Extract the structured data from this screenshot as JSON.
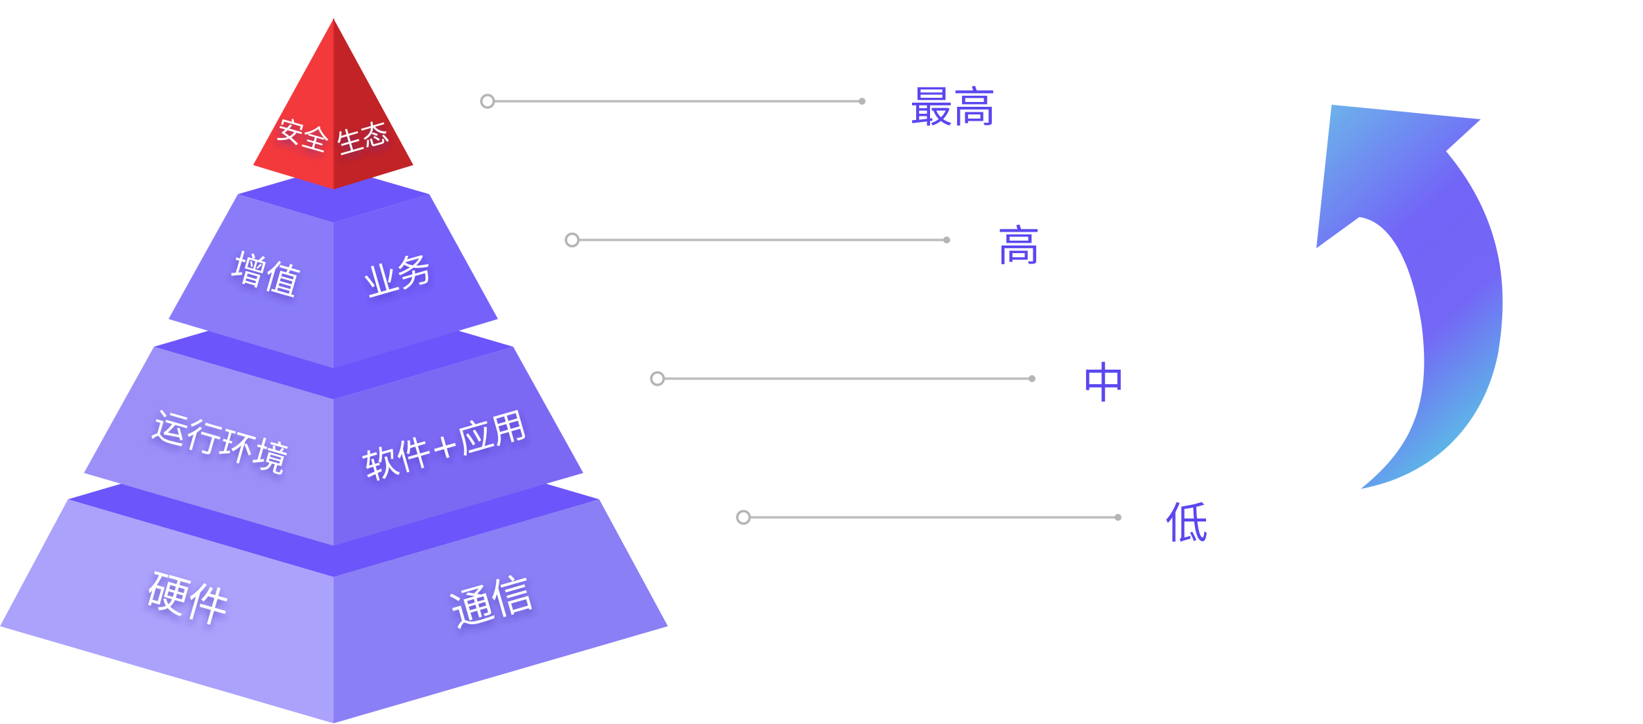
{
  "colors": {
    "top_left": "#f4393c",
    "top_right": "#c22326",
    "top_seam": "#de2d30",
    "tier_rim": "#6b55fb",
    "tier2_left": "#8a7cf8",
    "tier2_right": "#7562fb",
    "tier3_left": "#9c90f8",
    "tier3_right": "#7b69f4",
    "tier4_left": "#aba2fc",
    "tier4_right": "#8a7ff4",
    "level_text": "#5b47ef",
    "connector": "#bdbdbd",
    "arrow_start": "#6cb7ea",
    "arrow_mid": "#7265f7",
    "arrow_end": "#5eb3e8"
  },
  "pyramid": {
    "top": {
      "left_label": "安全",
      "right_label": "生态"
    },
    "tier2": {
      "left_label": "增值",
      "right_label": "业务"
    },
    "tier3": {
      "left_label": "运行环境",
      "right_label": "软件+应用"
    },
    "tier4": {
      "left_label": "硬件",
      "right_label": "通信"
    }
  },
  "levels": [
    {
      "label": "最高"
    },
    {
      "label": "高"
    },
    {
      "label": "中"
    },
    {
      "label": "低"
    }
  ],
  "icons": {
    "trend": "curved-up-arrow-icon",
    "connector_start": "hollow-circle-icon",
    "connector_end": "dot-icon"
  }
}
